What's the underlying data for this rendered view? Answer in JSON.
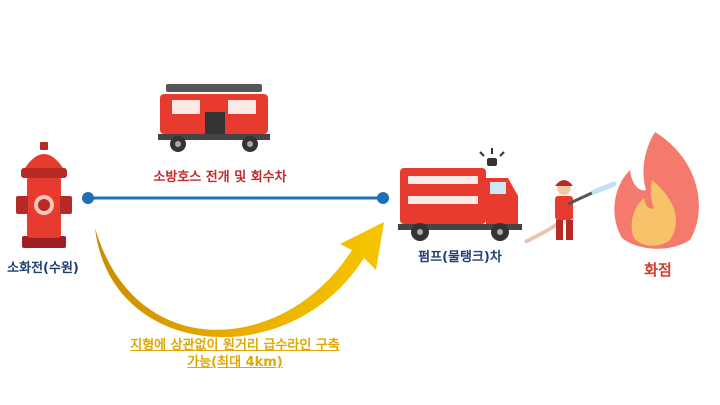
{
  "labels": {
    "hydrant": "소화전(수원)",
    "hose": "소방호스 전개 및 회수차",
    "pump": "펌프(물탱크)차",
    "fire": "화점",
    "supply_line1": "지형에 상관없이 원거리 급수라인 구축",
    "supply_line2": "가능(최대 4km)"
  },
  "colors": {
    "navy": "#1f3f73",
    "red": "#c0282b",
    "gold": "#e0a800",
    "line_blue": "#1f6fb4"
  },
  "icons": [
    "fire-hydrant-icon",
    "hose-truck-icon",
    "pump-truck-icon",
    "firefighter-icon",
    "fire-icon"
  ]
}
